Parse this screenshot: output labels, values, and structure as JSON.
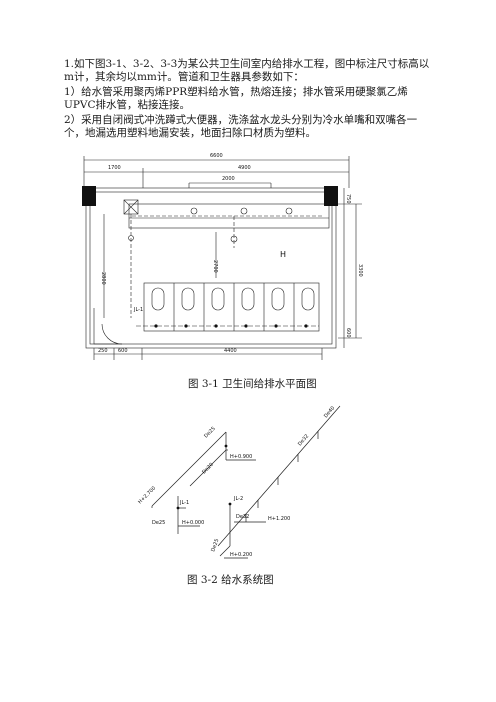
{
  "text": {
    "intro": "1.如下图3-1、3-2、3-3为某公共卫生间室内给排水工程，图中标注尺寸标高以m计，其余均以mm计。管道和卫生器具参数如下：",
    "item1": "1）给水管采用聚丙烯PPR塑料给水管，热熔连接；排水管采用硬聚氯乙烯UPVC排水管，粘接连接。",
    "item2": "2）采用自闭阀式冲洗蹲式大便器，洗涤盆水龙头分别为冷水单嘴和双嘴各一个，地漏选用塑料地漏安装，地面扫除口材质为塑料。"
  },
  "figure1": {
    "caption": "图 3-1  卫生间给排水平面图",
    "dims": {
      "total_width": "6600",
      "seg_left": "1700",
      "seg_right": "4900",
      "inner": "2000",
      "left_vertical": "2800",
      "mid_vertical": "2700",
      "right_vertical": "3300",
      "right_top": "750",
      "right_bottom": "600",
      "bottom_a": "250",
      "bottom_b": "600",
      "bottom_total": "4400"
    },
    "labels": {
      "room_mark": "H",
      "pipe_jl": "JL-1"
    }
  },
  "figure2": {
    "caption": "图 3-2   给水系统图",
    "labels": {
      "de25_top": "De25",
      "h_label": "H+2.700",
      "de20_mid": "De20",
      "elev_mid": "H+0.900",
      "jl1": "JL-1",
      "de25_left": "De25",
      "elev_left": "H+0.000",
      "jl2": "JL-2",
      "de32": "De32",
      "de40": "De40",
      "de32_diag": "De32",
      "elev_right": "H+1.200",
      "de25_low": "De25",
      "elev_low": "H+0.200"
    }
  }
}
